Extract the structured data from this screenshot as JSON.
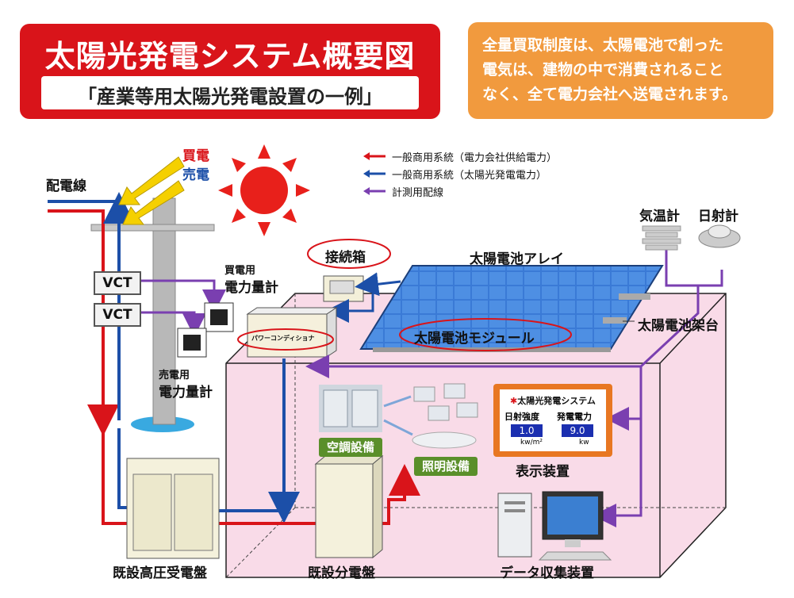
{
  "title": {
    "main": "太陽光発電システム概要図",
    "sub": "「産業等用太陽光発電設置の一例」"
  },
  "note": {
    "lines": [
      "全量買取制度は、太陽電池で創った",
      "電気は、建物の中で消費されること",
      "なく、全て電力会社へ送電されます。"
    ]
  },
  "legend": [
    {
      "label": "一般商用系統（電力会社供給電力）",
      "color": "#d9141a"
    },
    {
      "label": "一般商用系統（太陽光発電電力）",
      "color": "#1c4fa8"
    },
    {
      "label": "計測用配線",
      "color": "#7a3fb0"
    }
  ],
  "labels": {
    "buy_power": "買電",
    "sell_power": "売電",
    "distribution_line": "配電線",
    "vct": "VCT",
    "buy_meter_line1": "買電用",
    "buy_meter_line2": "電力量計",
    "sell_meter_line1": "売電用",
    "sell_meter_line2": "電力量計",
    "junction_box": "接続箱",
    "solar_array": "太陽電池アレイ",
    "solar_module": "太陽電池モジュール",
    "solar_mount": "太陽電池架台",
    "power_conditioner": "パワーコンディショナ",
    "thermometer": "気温計",
    "pyranometer": "日射計",
    "air_conditioning": "空調設備",
    "lighting": "照明設備",
    "display_device": "表示装置",
    "high_voltage_panel": "既設高圧受電盤",
    "distribution_panel": "既設分電盤",
    "data_collection": "データ収集装置"
  },
  "display": {
    "title": "太陽光発電システム",
    "irradiance_label": "日射強度",
    "irradiance_value": "1.0",
    "irradiance_unit": "kw/m²",
    "power_label": "発電電力",
    "power_value": "9.0",
    "power_unit": "kw"
  },
  "colors": {
    "red_line": "#d9141a",
    "blue_line": "#1c4fa8",
    "purple_line": "#7a3fb0",
    "building_fill": "#fbe4ef",
    "panel_blue": "#2f6fc9",
    "sun": "#e8201b",
    "arrow_yellow": "#f5d000"
  }
}
